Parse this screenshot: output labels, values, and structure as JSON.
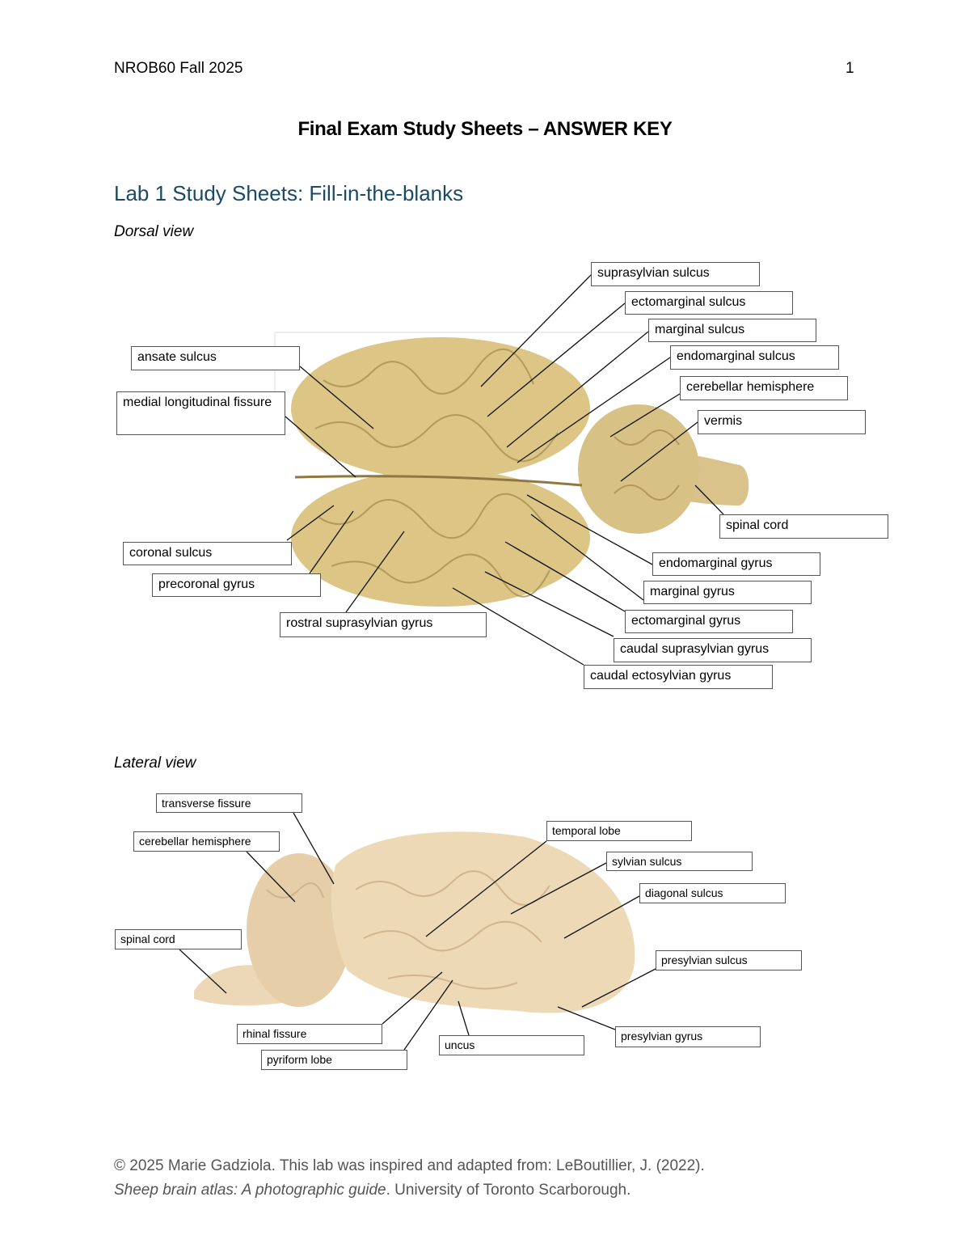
{
  "header": {
    "course": "NROB60 Fall 2025",
    "page_number": "1"
  },
  "title": "Final Exam Study Sheets – ANSWER KEY",
  "section_heading": "Lab 1 Study Sheets: Fill-in-the-blanks",
  "dorsal": {
    "view_label": "Dorsal view",
    "labels": [
      "suprasylvian sulcus",
      "ectomarginal sulcus",
      "marginal sulcus",
      "endomarginal sulcus",
      "cerebellar hemisphere",
      "vermis",
      "spinal cord",
      "endomarginal gyrus",
      "marginal gyrus",
      "ectomarginal gyrus",
      "caudal suprasylvian gyrus",
      "caudal ectosylvian gyrus",
      "ansate sulcus",
      "medial longitudinal fissure",
      "coronal sulcus",
      "precoronal gyrus",
      "rostral suprasylvian gyrus"
    ]
  },
  "lateral": {
    "view_label": "Lateral view",
    "labels": [
      "transverse fissure",
      "cerebellar hemisphere",
      "spinal cord",
      "temporal lobe",
      "sylvian sulcus",
      "diagonal sulcus",
      "presylvian sulcus",
      "presylvian gyrus",
      "rhinal fissure",
      "pyriform lobe",
      "uncus"
    ]
  },
  "footer": {
    "line1": "© 2025 Marie Gadziola. This lab was inspired and adapted from: LeBoutillier, J. (2022).",
    "citation_title": "Sheep brain atlas: A photographic guide",
    "line2_rest": ". University of Toronto Scarborough."
  },
  "colors": {
    "heading": "#1b4a64",
    "dorsal_brain": "#dcc585",
    "lateral_brain": "#ecd7b4"
  }
}
